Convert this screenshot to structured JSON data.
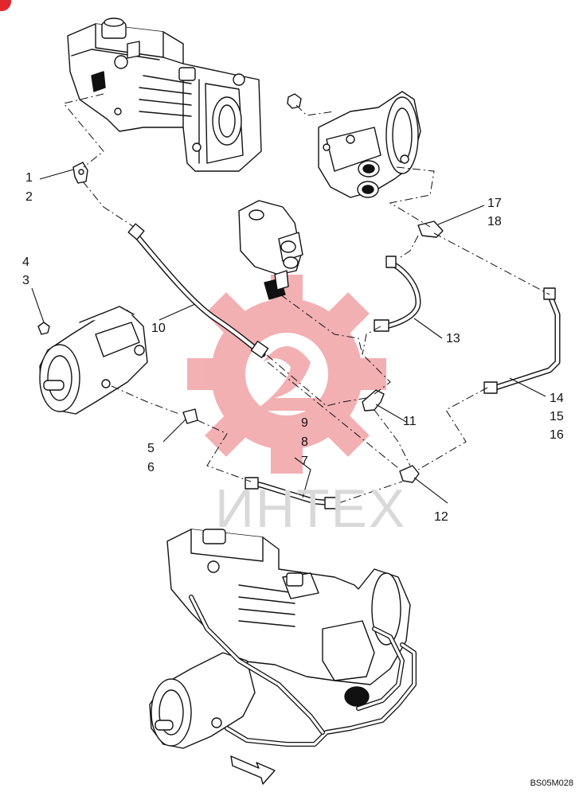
{
  "diagram": {
    "callouts": [
      {
        "id": "c1",
        "text": "1"
      },
      {
        "id": "c2",
        "text": "2"
      },
      {
        "id": "c3",
        "text": "3"
      },
      {
        "id": "c4",
        "text": "4"
      },
      {
        "id": "c5",
        "text": "5"
      },
      {
        "id": "c6",
        "text": "6"
      },
      {
        "id": "c7",
        "text": "7"
      },
      {
        "id": "c8",
        "text": "8"
      },
      {
        "id": "c9",
        "text": "9"
      },
      {
        "id": "c10",
        "text": "10"
      },
      {
        "id": "c11",
        "text": "11"
      },
      {
        "id": "c12",
        "text": "12"
      },
      {
        "id": "c13",
        "text": "13"
      },
      {
        "id": "c14",
        "text": "14"
      },
      {
        "id": "c15",
        "text": "15"
      },
      {
        "id": "c16",
        "text": "16"
      },
      {
        "id": "c17",
        "text": "17"
      },
      {
        "id": "c18",
        "text": "18"
      }
    ],
    "drawing_code": "BS05M028",
    "watermark_text": "ИНТЕХ"
  },
  "colors": {
    "line": "#111111",
    "watermark_red": "#f2a3a6",
    "watermark_gray": "#d9d9d9",
    "brand_red": "#e3262e"
  },
  "icons": [
    "gear-logo-watermark",
    "direction-arrow-icon"
  ]
}
